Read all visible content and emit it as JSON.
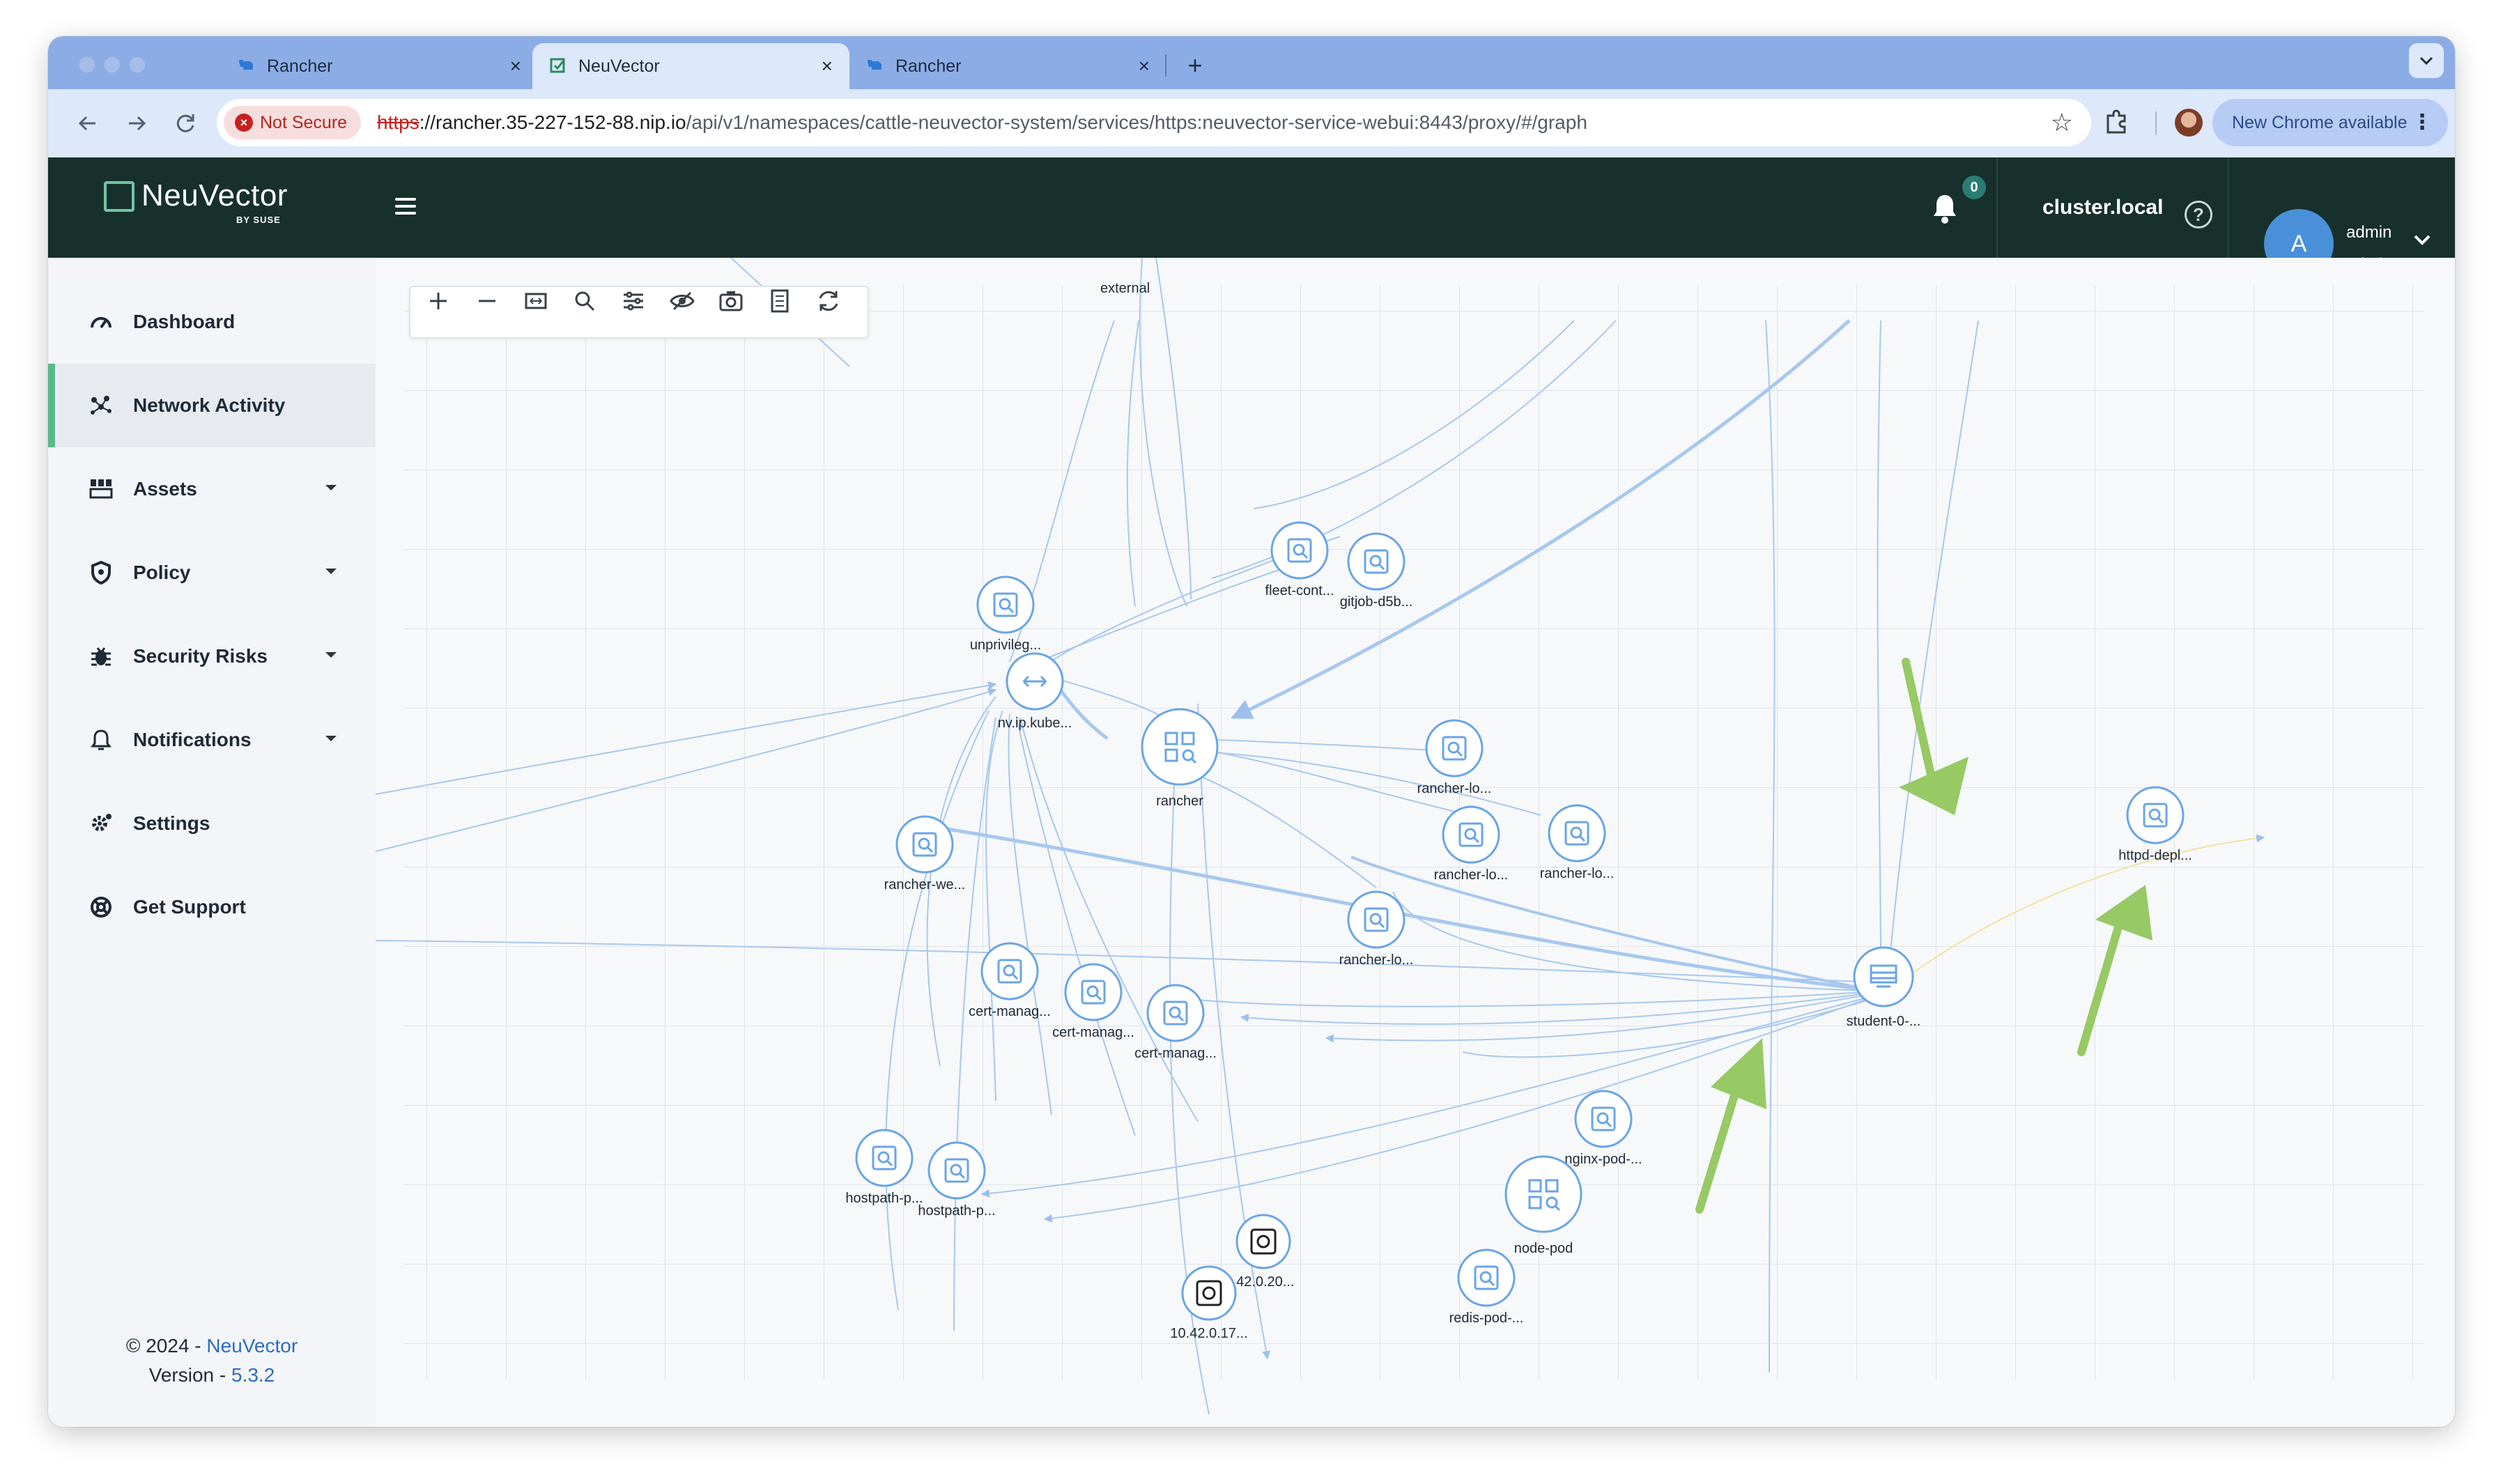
{
  "browser": {
    "tabs": [
      {
        "title": "Rancher",
        "active": false,
        "close": "×"
      },
      {
        "title": "NeuVector",
        "active": true,
        "close": "×"
      },
      {
        "title": "Rancher",
        "active": false,
        "close": "×"
      }
    ],
    "new_tab": "+",
    "security_badge": "Not Secure",
    "url_scheme": "https",
    "url_host": "://rancher.35-227-152-88.nip.io",
    "url_path": "/api/v1/namespaces/cattle-neuvector-system/services/https:neuvector-service-webui:8443/proxy/#/graph",
    "update_button": "New Chrome available",
    "update_menu": "⋮",
    "bookmark_star": "☆"
  },
  "header": {
    "brand": "NeuVector",
    "brand_sub": "BY SUSE",
    "notification_count": "0",
    "cluster": "cluster.local",
    "help": "?",
    "avatar_initial": "A",
    "user_name": "admin",
    "user_role": "admin",
    "user_caret": "⌄"
  },
  "sidebar": {
    "items": [
      {
        "label": "Dashboard",
        "icon": "dashboard-gauge-icon",
        "active": false,
        "caret": false
      },
      {
        "label": "Network Activity",
        "icon": "network-activity-icon",
        "active": true,
        "caret": false
      },
      {
        "label": "Assets",
        "icon": "assets-icon",
        "active": false,
        "caret": true
      },
      {
        "label": "Policy",
        "icon": "policy-shield-icon",
        "active": false,
        "caret": true
      },
      {
        "label": "Security Risks",
        "icon": "bug-icon",
        "active": false,
        "caret": true
      },
      {
        "label": "Notifications",
        "icon": "bell-icon",
        "active": false,
        "caret": true
      },
      {
        "label": "Settings",
        "icon": "gear-icon",
        "active": false,
        "caret": false
      },
      {
        "label": "Get Support",
        "icon": "support-icon",
        "active": false,
        "caret": false
      }
    ],
    "footer": {
      "copyright": "© 2024 - ",
      "copyright_link": "NeuVector",
      "version_prefix": "Version - ",
      "version": "5.3.2"
    }
  },
  "graph_toolbar": [
    "zoom-in-icon",
    "zoom-out-icon",
    "fit-view-icon",
    "search-icon",
    "filter-icon",
    "hide-icon",
    "snapshot-icon",
    "blacklist-icon",
    "refresh-icon"
  ],
  "graph": {
    "top_label": "external",
    "nodes": [
      {
        "id": "unprivileged",
        "label": "unprivileg...",
        "kind": "workload"
      },
      {
        "id": "nvip",
        "label": "nv.ip.kube...",
        "kind": "service"
      },
      {
        "id": "fleet",
        "label": "fleet-cont...",
        "kind": "workload"
      },
      {
        "id": "gitjob",
        "label": "gitjob-d5b...",
        "kind": "workload"
      },
      {
        "id": "rancher",
        "label": "rancher",
        "kind": "group"
      },
      {
        "id": "rl1",
        "label": "rancher-lo...",
        "kind": "workload"
      },
      {
        "id": "rl2",
        "label": "rancher-lo...",
        "kind": "workload"
      },
      {
        "id": "rl3",
        "label": "rancher-lo...",
        "kind": "workload"
      },
      {
        "id": "rl4",
        "label": "rancher-lo...",
        "kind": "workload"
      },
      {
        "id": "rweb",
        "label": "rancher-we...",
        "kind": "workload"
      },
      {
        "id": "httpd",
        "label": "httpd-depl...",
        "kind": "workload"
      },
      {
        "id": "student",
        "label": "student-0-...",
        "kind": "host"
      },
      {
        "id": "cm1",
        "label": "cert-manag...",
        "kind": "workload"
      },
      {
        "id": "cm2",
        "label": "cert-manag...",
        "kind": "workload"
      },
      {
        "id": "cm3",
        "label": "cert-manag...",
        "kind": "workload"
      },
      {
        "id": "nginx",
        "label": "nginx-pod-...",
        "kind": "workload"
      },
      {
        "id": "hp1",
        "label": "hostpath-p...",
        "kind": "workload"
      },
      {
        "id": "hp2",
        "label": "hostpath-p...",
        "kind": "workload"
      },
      {
        "id": "ip1",
        "label": ".42.0.20...",
        "kind": "ip"
      },
      {
        "id": "ip2",
        "label": "10.42.0.17...",
        "kind": "ip"
      },
      {
        "id": "nodepod",
        "label": "node-pod",
        "kind": "group"
      },
      {
        "id": "redis",
        "label": "redis-pod-...",
        "kind": "workload"
      }
    ]
  },
  "colors": {
    "header_bg": "#17302b",
    "accent_green": "#5bb889",
    "node_blue": "#6aa5e6",
    "edge_blue": "#a8c8ee",
    "arrow_green": "#97c965",
    "edge_yellow": "#f2e3a0"
  }
}
